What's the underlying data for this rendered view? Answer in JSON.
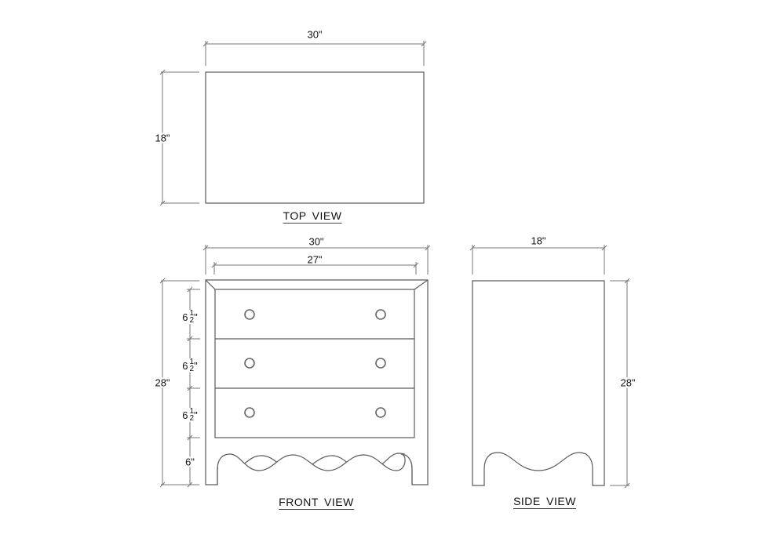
{
  "colors": {
    "line": "#555555",
    "dim_line": "#666666",
    "text": "#111111",
    "background": "#ffffff"
  },
  "views": {
    "top": {
      "title": "TOP VIEW",
      "width_label": "30\"",
      "depth_label": "18\""
    },
    "front": {
      "title": "FRONT VIEW",
      "overall_width_label": "30\"",
      "inner_width_label": "27\"",
      "height_label": "28\"",
      "drawers": [
        {
          "whole": "6",
          "num": "1",
          "den": "2",
          "unit": "\""
        },
        {
          "whole": "6",
          "num": "1",
          "den": "2",
          "unit": "\""
        },
        {
          "whole": "6",
          "num": "1",
          "den": "2",
          "unit": "\""
        }
      ],
      "base_label": "6\"",
      "drawer_count": 3,
      "knobs_per_drawer": 2
    },
    "side": {
      "title": "SIDE VIEW",
      "depth_label": "18\"",
      "height_label": "28\""
    }
  }
}
